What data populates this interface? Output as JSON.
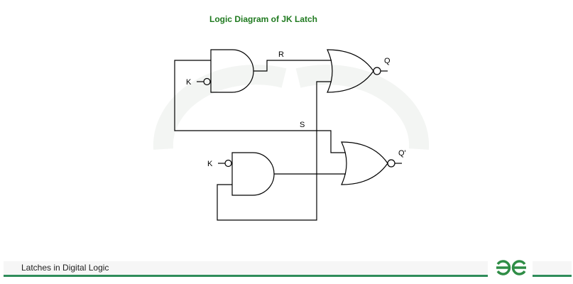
{
  "title": "Logic Diagram of JK Latch",
  "labels": {
    "k_top": "K",
    "k_bottom": "K",
    "r": "R",
    "s": "S",
    "q": "Q",
    "q_bar": "Q'"
  },
  "footer": {
    "text": "Latches in Digital Logic",
    "logo": "GfG"
  },
  "colors": {
    "title": "#1f7a1f",
    "footer_line": "#2f8d5a",
    "logo": "#2f8d46"
  }
}
